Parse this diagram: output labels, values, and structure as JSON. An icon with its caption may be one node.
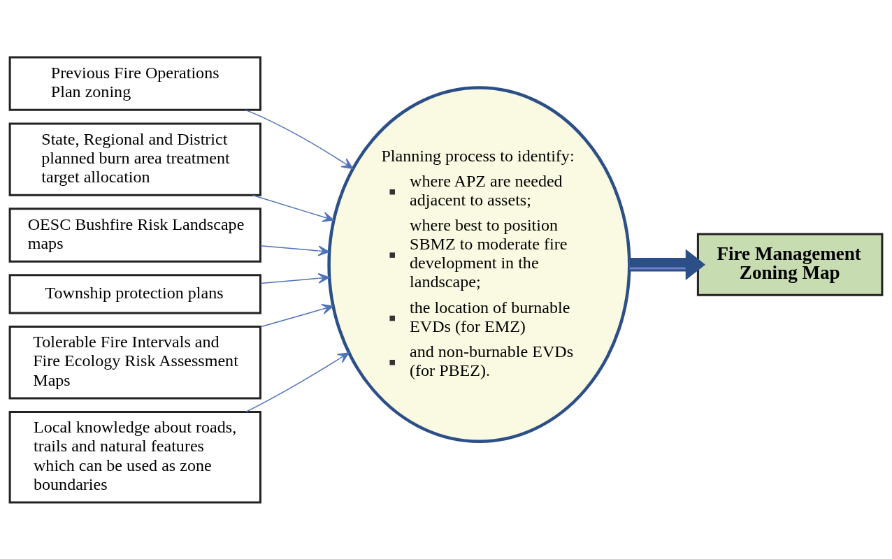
{
  "diagram": {
    "nodes": [
      {
        "text": [
          "Previous Fire Operations Plan zoning"
        ]
      },
      {
        "text": [
          "State, Regional and District planned burn area treatment target allocation"
        ]
      },
      {
        "text": [
          "OESC Bushfire Risk Landscape maps"
        ]
      },
      {
        "text": [
          "Township protection plans"
        ]
      },
      {
        "text": [
          "Tolerable Fire Intervals and Fire Ecology Risk Assessment Maps"
        ]
      },
      {
        "text": [
          "Local knowledge about roads, trails and natural features which can be used as zone boundaries"
        ]
      },
      {
        "text": [
          "Planning process to identify:",
          "where APZ are needed adjacent to assets;",
          "where best to position SBMZ to moderate fire development in the landscape;",
          "the location of burnable EVDs (for EMZ)",
          "and non-burnable EVDs (for PBEZ)."
        ]
      },
      {
        "text": [
          "Fire Management Zoning Map"
        ]
      }
    ],
    "edges": [
      {
        "from": 0,
        "to": 6,
        "arrow": "to"
      },
      {
        "from": 1,
        "to": 6,
        "arrow": "to"
      },
      {
        "from": 2,
        "to": 6,
        "arrow": "to"
      },
      {
        "from": 3,
        "to": 6,
        "arrow": "to"
      },
      {
        "from": 4,
        "to": 6,
        "arrow": "to"
      },
      {
        "from": 5,
        "to": 6,
        "arrow": "to"
      },
      {
        "from": 6,
        "to": 7,
        "arrow": "to",
        "style": "thick"
      }
    ]
  }
}
